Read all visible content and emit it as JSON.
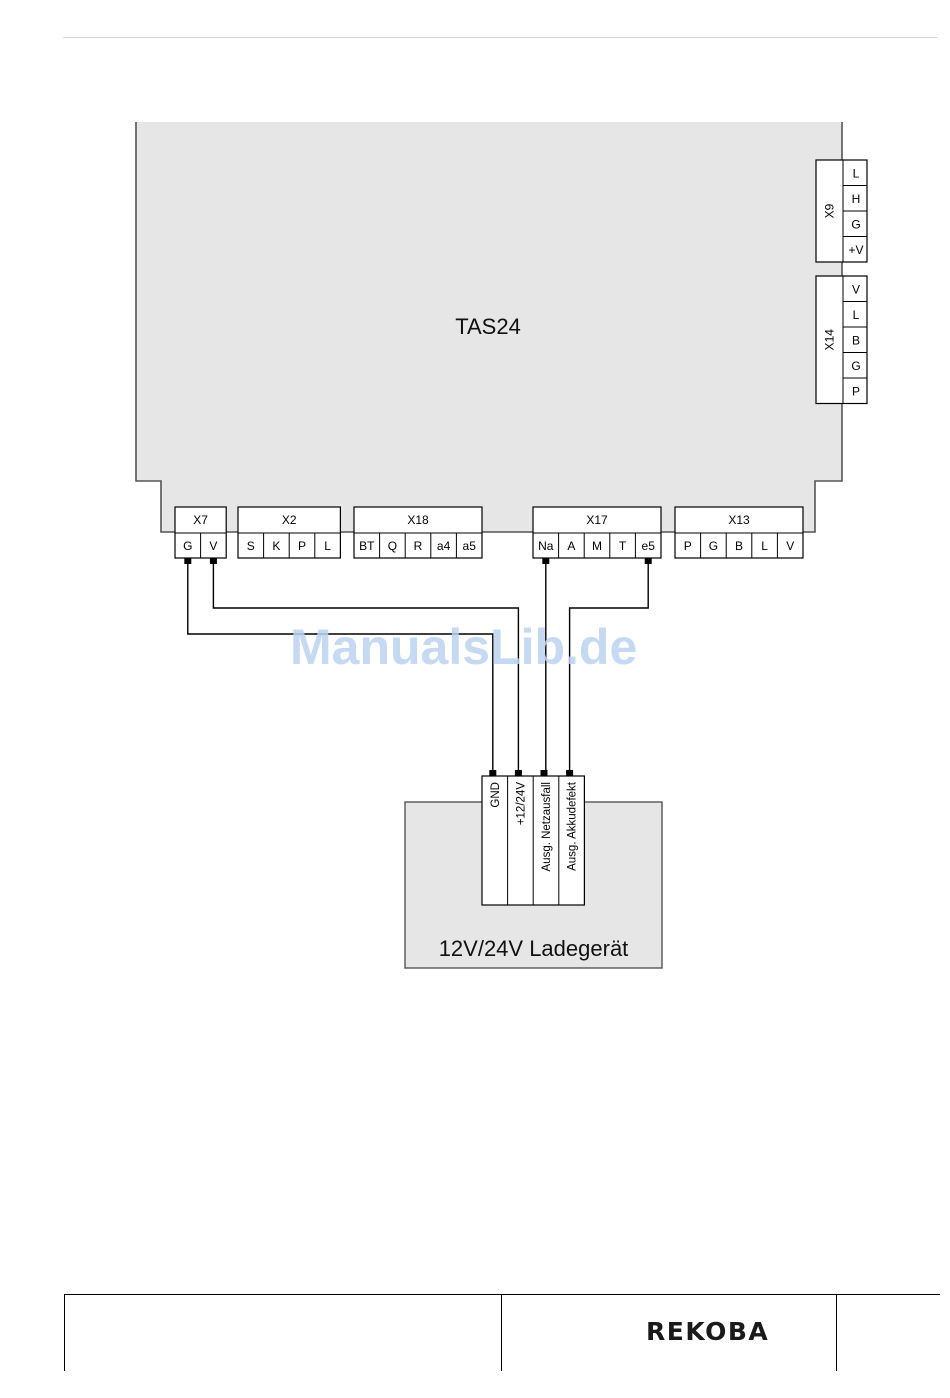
{
  "device": {
    "title": "TAS24"
  },
  "charger": {
    "title": "12V/24V Ladegerät",
    "terminals": [
      "GND",
      "+12/24V",
      "Ausg. Netzausfall",
      "Ausg. Akkudefekt"
    ]
  },
  "side_connectors": [
    {
      "name": "X9",
      "pins": [
        "L",
        "H",
        "G",
        "+V"
      ]
    },
    {
      "name": "X14",
      "pins": [
        "V",
        "L",
        "B",
        "G",
        "P"
      ]
    }
  ],
  "bottom_connectors": [
    {
      "name": "X7",
      "pins": [
        "G",
        "V"
      ]
    },
    {
      "name": "X2",
      "pins": [
        "S",
        "K",
        "P",
        "L"
      ]
    },
    {
      "name": "X18",
      "pins": [
        "BT",
        "Q",
        "R",
        "a4",
        "a5"
      ]
    },
    {
      "name": "X17",
      "pins": [
        "Na",
        "A",
        "M",
        "T",
        "e5"
      ]
    },
    {
      "name": "X13",
      "pins": [
        "P",
        "G",
        "B",
        "L",
        "V"
      ]
    }
  ],
  "connections": [
    {
      "from": "X7.G",
      "to": "GND"
    },
    {
      "from": "X7.V",
      "to": "+12/24V"
    },
    {
      "from": "X17.Na",
      "to": "Ausg. Netzausfall"
    },
    {
      "from": "X17.e5",
      "to": "Ausg. Akkudefekt"
    }
  ],
  "watermark": "ManualsLib.de",
  "footer": {
    "logo": "REKOBA"
  }
}
